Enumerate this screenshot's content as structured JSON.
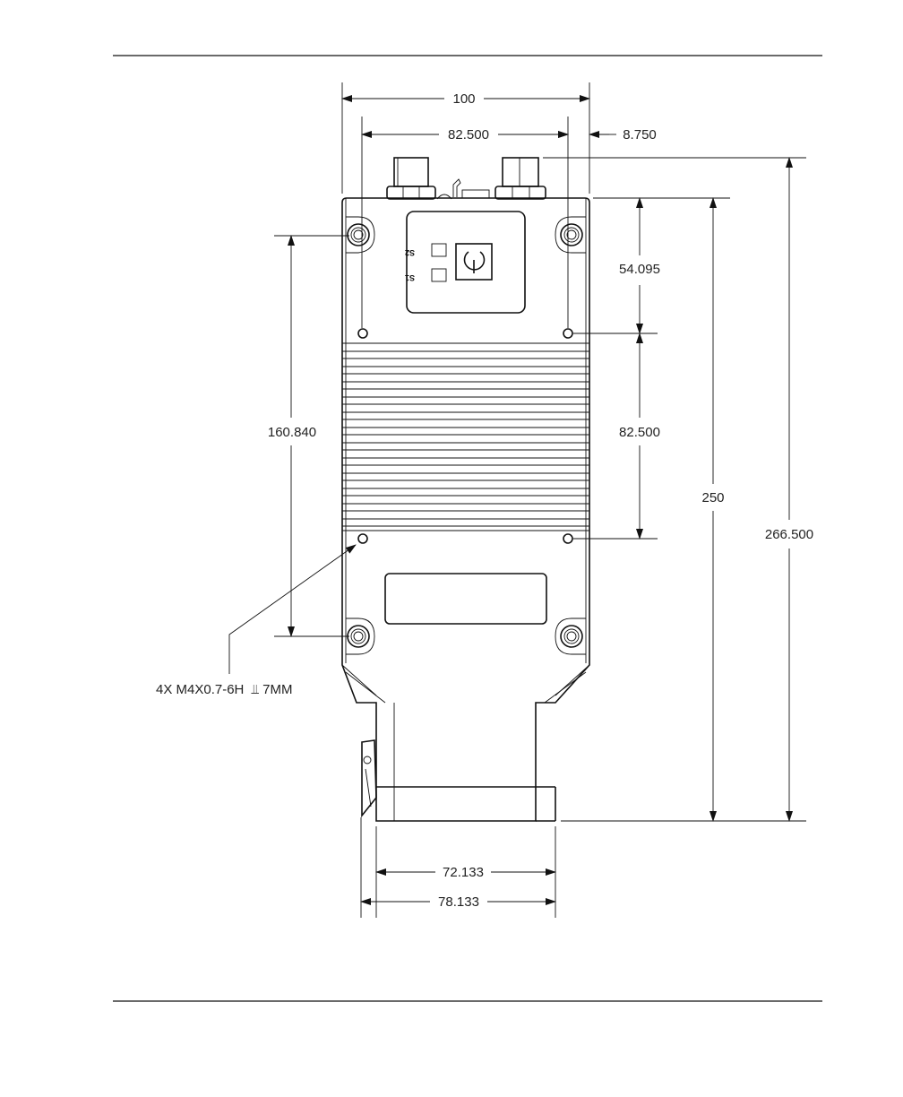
{
  "dimensions": {
    "width_100": "100",
    "width_82500": "82.500",
    "offset_8750": "8.750",
    "height_54095": "54.095",
    "spacing_82500": "82.500",
    "height_160840": "160.840",
    "height_250": "250",
    "height_266500": "266.500",
    "width_72133": "72.133",
    "width_78133": "78.133"
  },
  "callout": {
    "thread_note": "4X M4X0.7-6H",
    "depth_symbol": "⫫",
    "depth_value": "7MM"
  },
  "panel": {
    "led_s2_label": "S2",
    "led_s1_label": "S1"
  }
}
